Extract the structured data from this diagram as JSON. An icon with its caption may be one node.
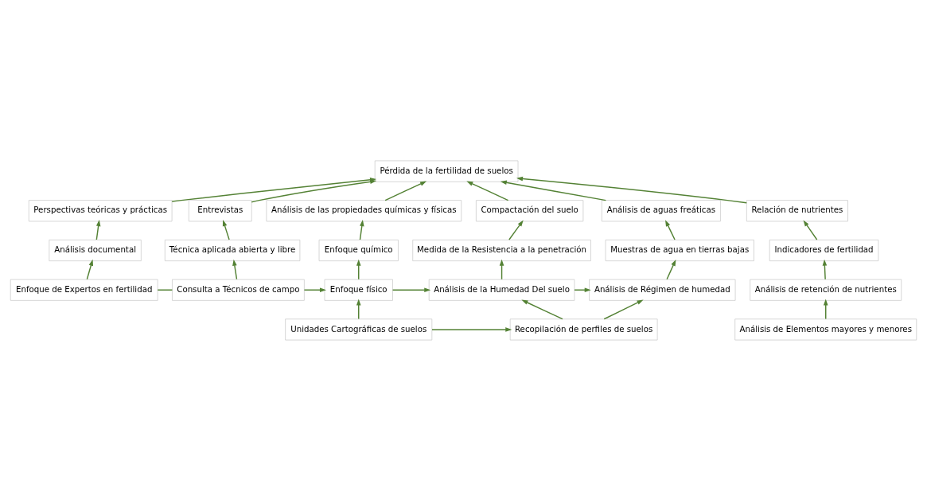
{
  "diagram": {
    "nodes": [
      {
        "text": [
          "Pérdida de la fertilidad de suelos"
        ]
      },
      {
        "text": [
          "Perspectivas teóricas y prácticas"
        ]
      },
      {
        "text": [
          "Entrevistas"
        ]
      },
      {
        "text": [
          "Análisis de las propiedades químicas y físicas"
        ]
      },
      {
        "text": [
          "Compactación del suelo"
        ]
      },
      {
        "text": [
          "Análisis de aguas freáticas"
        ]
      },
      {
        "text": [
          "Relación de nutrientes"
        ]
      },
      {
        "text": [
          "Análisis documental"
        ]
      },
      {
        "text": [
          "Técnica aplicada abierta y libre"
        ]
      },
      {
        "text": [
          "Enfoque químico"
        ]
      },
      {
        "text": [
          "Medida de la Resistencia a la penetración"
        ]
      },
      {
        "text": [
          "Muestras de agua en tierras bajas"
        ]
      },
      {
        "text": [
          "Indicadores de fertilidad"
        ]
      },
      {
        "text": [
          "Enfoque de Expertos en fertilidad"
        ]
      },
      {
        "text": [
          "Consulta a Técnicos de campo"
        ]
      },
      {
        "text": [
          "Enfoque físico"
        ]
      },
      {
        "text": [
          "Análisis de la Humedad Del suelo"
        ]
      },
      {
        "text": [
          "Análisis de retención de nutrientes"
        ]
      },
      {
        "text": [
          "Análisis de Régimen de humedad"
        ]
      },
      {
        "text": [
          "Unidades Cartográficas de suelos"
        ]
      },
      {
        "text": [
          "Recopilación de perfiles de suelos"
        ]
      },
      {
        "text": [
          "Análisis de Elementos mayores y menores"
        ]
      }
    ],
    "edges": [
      {
        "from": 1,
        "to": 0,
        "arrow": "to"
      },
      {
        "from": 2,
        "to": 0,
        "arrow": "to"
      },
      {
        "from": 3,
        "to": 0,
        "arrow": "to"
      },
      {
        "from": 4,
        "to": 0,
        "arrow": "to"
      },
      {
        "from": 5,
        "to": 0,
        "arrow": "to"
      },
      {
        "from": 6,
        "to": 0,
        "arrow": "to"
      },
      {
        "from": 7,
        "to": 1,
        "arrow": "to"
      },
      {
        "from": 13,
        "to": 7,
        "arrow": "to"
      },
      {
        "from": 8,
        "to": 2,
        "arrow": "to"
      },
      {
        "from": 14,
        "to": 8,
        "arrow": "to"
      },
      {
        "from": 13,
        "to": 14,
        "arrow": "none"
      },
      {
        "from": 14,
        "to": 15,
        "arrow": "to"
      },
      {
        "from": 9,
        "to": 3,
        "arrow": "to"
      },
      {
        "from": 15,
        "to": 9,
        "arrow": "to"
      },
      {
        "from": 19,
        "to": 15,
        "arrow": "to"
      },
      {
        "from": 15,
        "to": 16,
        "arrow": "to"
      },
      {
        "from": 19,
        "to": 20,
        "arrow": "to"
      },
      {
        "from": 20,
        "to": 16,
        "arrow": "to"
      },
      {
        "from": 16,
        "to": 10,
        "arrow": "to"
      },
      {
        "from": 10,
        "to": 4,
        "arrow": "to"
      },
      {
        "from": 16,
        "to": 18,
        "arrow": "to"
      },
      {
        "from": 20,
        "to": 18,
        "arrow": "to"
      },
      {
        "from": 18,
        "to": 11,
        "arrow": "to"
      },
      {
        "from": 11,
        "to": 5,
        "arrow": "to"
      },
      {
        "from": 21,
        "to": 17,
        "arrow": "to"
      },
      {
        "from": 17,
        "to": 12,
        "arrow": "to"
      },
      {
        "from": 12,
        "to": 6,
        "arrow": "to"
      }
    ]
  }
}
